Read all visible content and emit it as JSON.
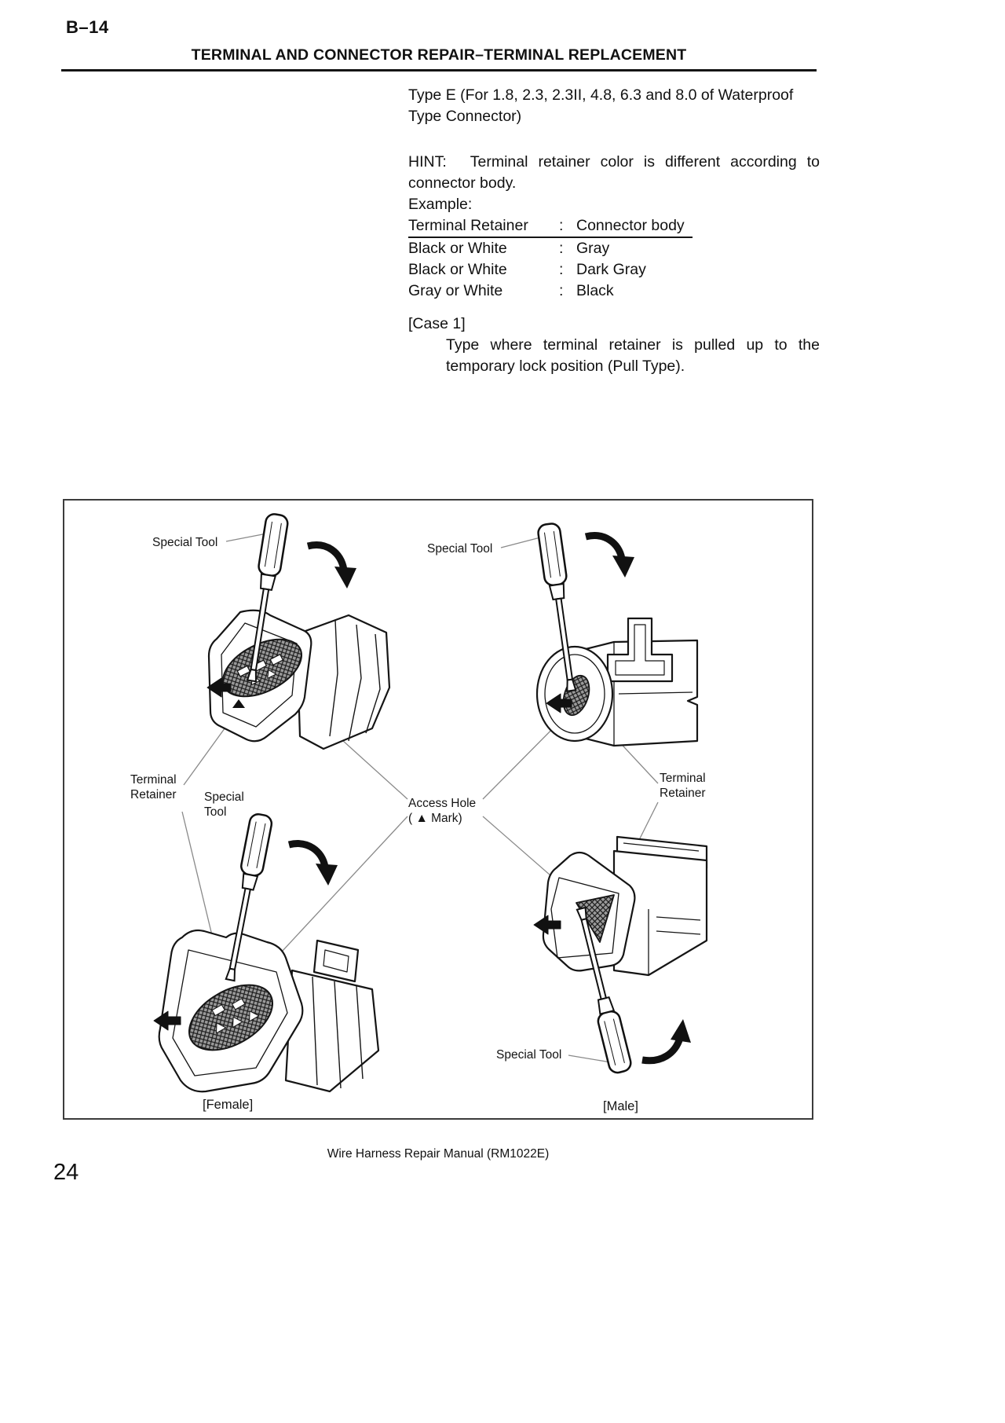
{
  "page": {
    "section_label": "B–14",
    "title": "TERMINAL AND CONNECTOR REPAIR–TERMINAL REPLACEMENT",
    "footer": "Wire Harness Repair Manual (RM1022E)",
    "page_number": "24"
  },
  "content": {
    "type_heading": "Type E (For 1.8, 2.3, 2.3II, 4.8, 6.3 and 8.0 of Waterproof Type Connector)",
    "hint_label": "HINT:",
    "hint_text": "Terminal retainer color is different according to connector body.",
    "example_label": "Example:",
    "retainer_table": {
      "header_left": "Terminal Retainer",
      "header_sep": ":",
      "header_right": "Connector body",
      "rows": [
        {
          "left": "Black or White",
          "sep": ":",
          "right": "Gray"
        },
        {
          "left": "Black or White",
          "sep": ":",
          "right": "Dark Gray"
        },
        {
          "left": "Gray or White",
          "sep": ":",
          "right": "Black"
        }
      ]
    },
    "case_label": "[Case 1]",
    "case_text": "Type where terminal retainer is pulled up to the temporary lock position (Pull Type)."
  },
  "figure": {
    "special_tool_top_left": "Special Tool",
    "special_tool_top_right": "Special Tool",
    "terminal_retainer_left": "Terminal Retainer",
    "special_tool_bottom_left": "Special Tool",
    "access_hole_line1": "Access Hole",
    "access_hole_line2": "( ▲ Mark)",
    "terminal_retainer_right": "Terminal Retainer",
    "special_tool_bottom_right": "Special Tool",
    "caption_female": "[Female]",
    "caption_male": "[Male]"
  }
}
